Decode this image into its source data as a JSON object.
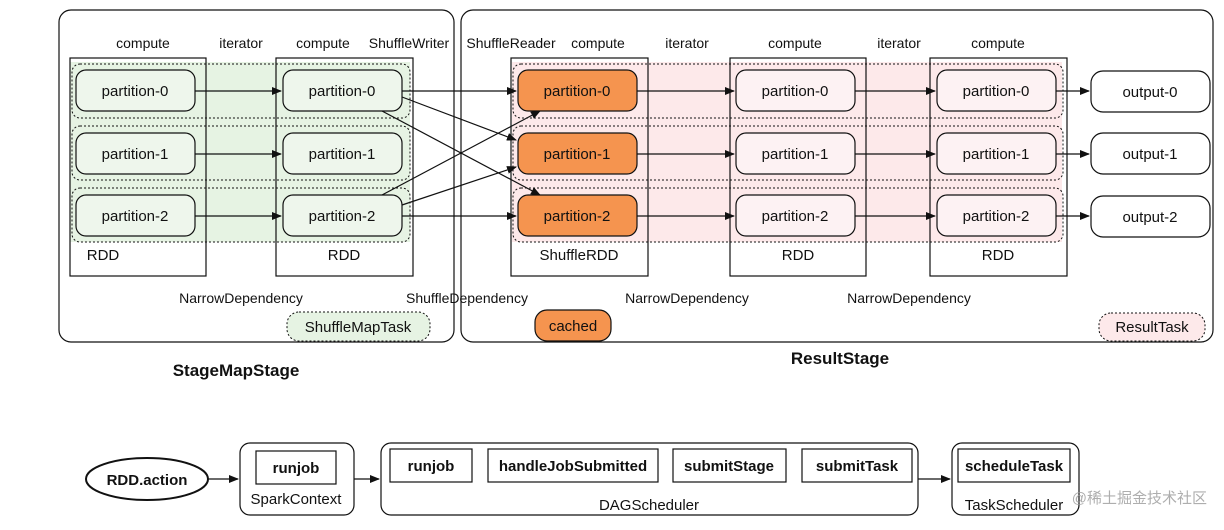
{
  "colors": {
    "stroke": "#111111",
    "green_band": "#e6f3e3",
    "green_box": "#eef6ec",
    "orange": "#f5944f",
    "pink_band": "#fde9ea",
    "pink_box": "#fdf2f3",
    "white": "#ffffff"
  },
  "stage_map": {
    "title": "StageMapStage",
    "task_label": "ShuffleMapTask",
    "rdd1": {
      "top_label": "compute",
      "bottom_label": "RDD",
      "partitions": [
        "partition-0",
        "partition-1",
        "partition-2"
      ]
    },
    "iterator_label": "iterator",
    "rdd2": {
      "top_label": "compute",
      "writer_label": "ShuffleWriter",
      "bottom_label": "RDD",
      "partitions": [
        "partition-0",
        "partition-1",
        "partition-2"
      ]
    },
    "narrow_dependency": "NarrowDependency"
  },
  "result_stage": {
    "title": "ResultStage",
    "task_label": "ResultTask",
    "shuffle_dependency": "ShuffleDependency",
    "cached_label": "cached",
    "shuffle_rdd": {
      "reader_label": "ShuffleReader",
      "top_label": "compute",
      "bottom_label": "ShuffleRDD",
      "partitions": [
        "partition-0",
        "partition-1",
        "partition-2"
      ]
    },
    "iterator1_label": "iterator",
    "rdd3": {
      "top_label": "compute",
      "bottom_label": "RDD",
      "partitions": [
        "partition-0",
        "partition-1",
        "partition-2"
      ]
    },
    "narrow_dependency_1": "NarrowDependency",
    "iterator2_label": "iterator",
    "rdd4": {
      "top_label": "compute",
      "bottom_label": "RDD",
      "partitions": [
        "partition-0",
        "partition-1",
        "partition-2"
      ]
    },
    "narrow_dependency_2": "NarrowDependency",
    "outputs": [
      "output-0",
      "output-1",
      "output-2"
    ]
  },
  "pipeline": {
    "action": "RDD.action",
    "spark_context": {
      "label": "SparkContext",
      "method": "runjob"
    },
    "dag_scheduler": {
      "label": "DAGScheduler",
      "methods": [
        "runjob",
        "handleJobSubmitted",
        "submitStage",
        "submitTask"
      ]
    },
    "task_scheduler": {
      "label": "TaskScheduler",
      "method": "scheduleTask"
    }
  },
  "watermark": "@稀土掘金技术社区"
}
